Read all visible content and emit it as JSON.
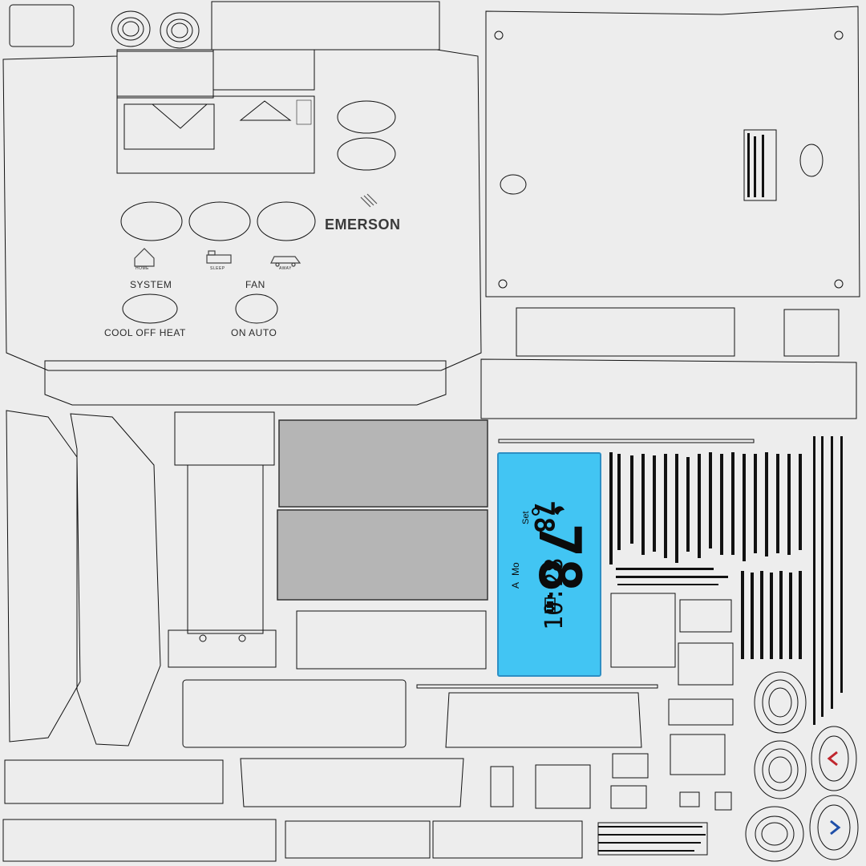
{
  "brand": {
    "logo_text": "EMERSON"
  },
  "controls": {
    "mode_buttons": [
      "HOME",
      "SLEEP",
      "AWAY"
    ],
    "system_label": "SYSTEM",
    "system_options": "COOL OFF HEAT",
    "fan_label": "FAN",
    "fan_options": "ON  AUTO"
  },
  "lcd": {
    "set_label": "Set",
    "set_temp": "78",
    "current_temp": "78",
    "ampm": "A",
    "day": "Mo",
    "time": "10:28",
    "colors": {
      "background": "#42c5f3",
      "border": "#2d8fc4",
      "segments": "#0b0b0b"
    }
  },
  "arrow_buttons": [
    {
      "icon": "chevron-left-icon",
      "color": "#c0262d"
    },
    {
      "icon": "chevron-right-icon",
      "color": "#1f4fa8"
    }
  ],
  "icons": [
    "house-icon",
    "bed-icon",
    "car-icon",
    "flame-icon",
    "battery-icon",
    "snowflake-icon"
  ]
}
